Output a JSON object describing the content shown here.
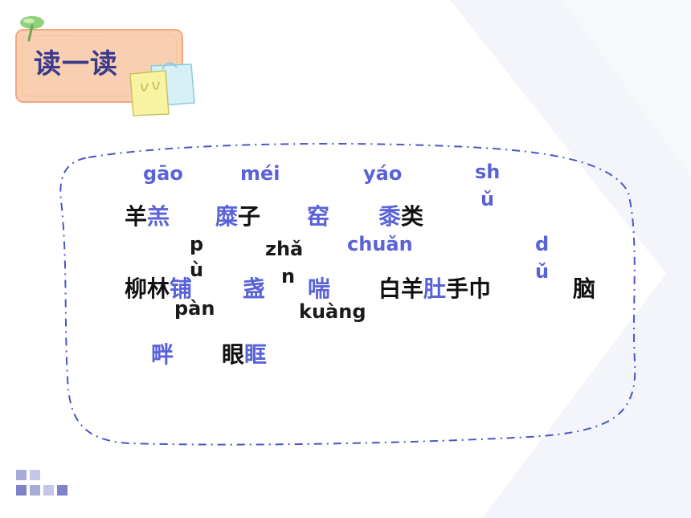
{
  "title": "读一读",
  "colors": {
    "accent": "#5a62d8",
    "text": "#111111",
    "badge": "#f9cfb2"
  },
  "icons": [
    "pin-icon",
    "shopping-bags-icon"
  ],
  "row1": {
    "py_gao": "gāo",
    "py_mei": "méi",
    "py_yao": "yáo",
    "py_shu_1": "sh",
    "py_shu_2": "ǔ",
    "w1_a": "羊",
    "w1_b": "羔",
    "w2_a": "糜",
    "w2_b": "子",
    "w3": "窑",
    "w4_a": "黍",
    "w4_b": "类"
  },
  "row2": {
    "py_pu_1": "p",
    "py_pu_2": "ù",
    "py_zhan_1": "zhǎ",
    "py_zhan_2": "n",
    "py_chuan": "chuǎn",
    "py_du_1": "d",
    "py_du_2": "ǔ",
    "w1_a": "柳林",
    "w1_b": "铺",
    "w2": "盏",
    "w3": "喘",
    "w4_a": "白羊",
    "w4_b": "肚",
    "w4_c": "手巾",
    "w5": "脑",
    "py_pan": "pàn",
    "py_kuang": "kuàng"
  },
  "row3": {
    "w1": "畔",
    "w2_a": "眼",
    "w2_b": "眶"
  }
}
